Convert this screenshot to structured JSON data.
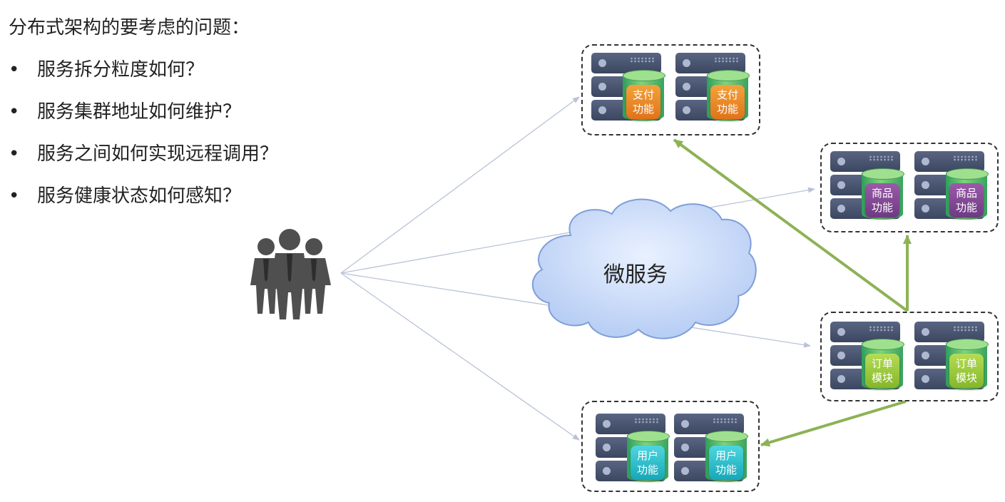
{
  "title": "分布式架构的要考虑的问题：",
  "questions": [
    "服务拆分粒度如何？",
    "服务集群地址如何维护？",
    "服务之间如何实现远程调用？",
    "服务健康状态如何感知？"
  ],
  "bullet": "•",
  "cloud_label": "微服务",
  "clusters": {
    "payment": {
      "line1": "支付",
      "line2": "功能"
    },
    "product": {
      "line1": "商品",
      "line2": "功能"
    },
    "order": {
      "line1": "订单",
      "line2": "模块"
    },
    "user": {
      "line1": "用户",
      "line2": "功能"
    }
  },
  "colors": {
    "payment": "#e98524",
    "product": "#7b4690",
    "order": "#9cc840",
    "user": "#2dbecb",
    "arrow_green": "#8db255",
    "arrow_gray": "#b9c3d6"
  }
}
